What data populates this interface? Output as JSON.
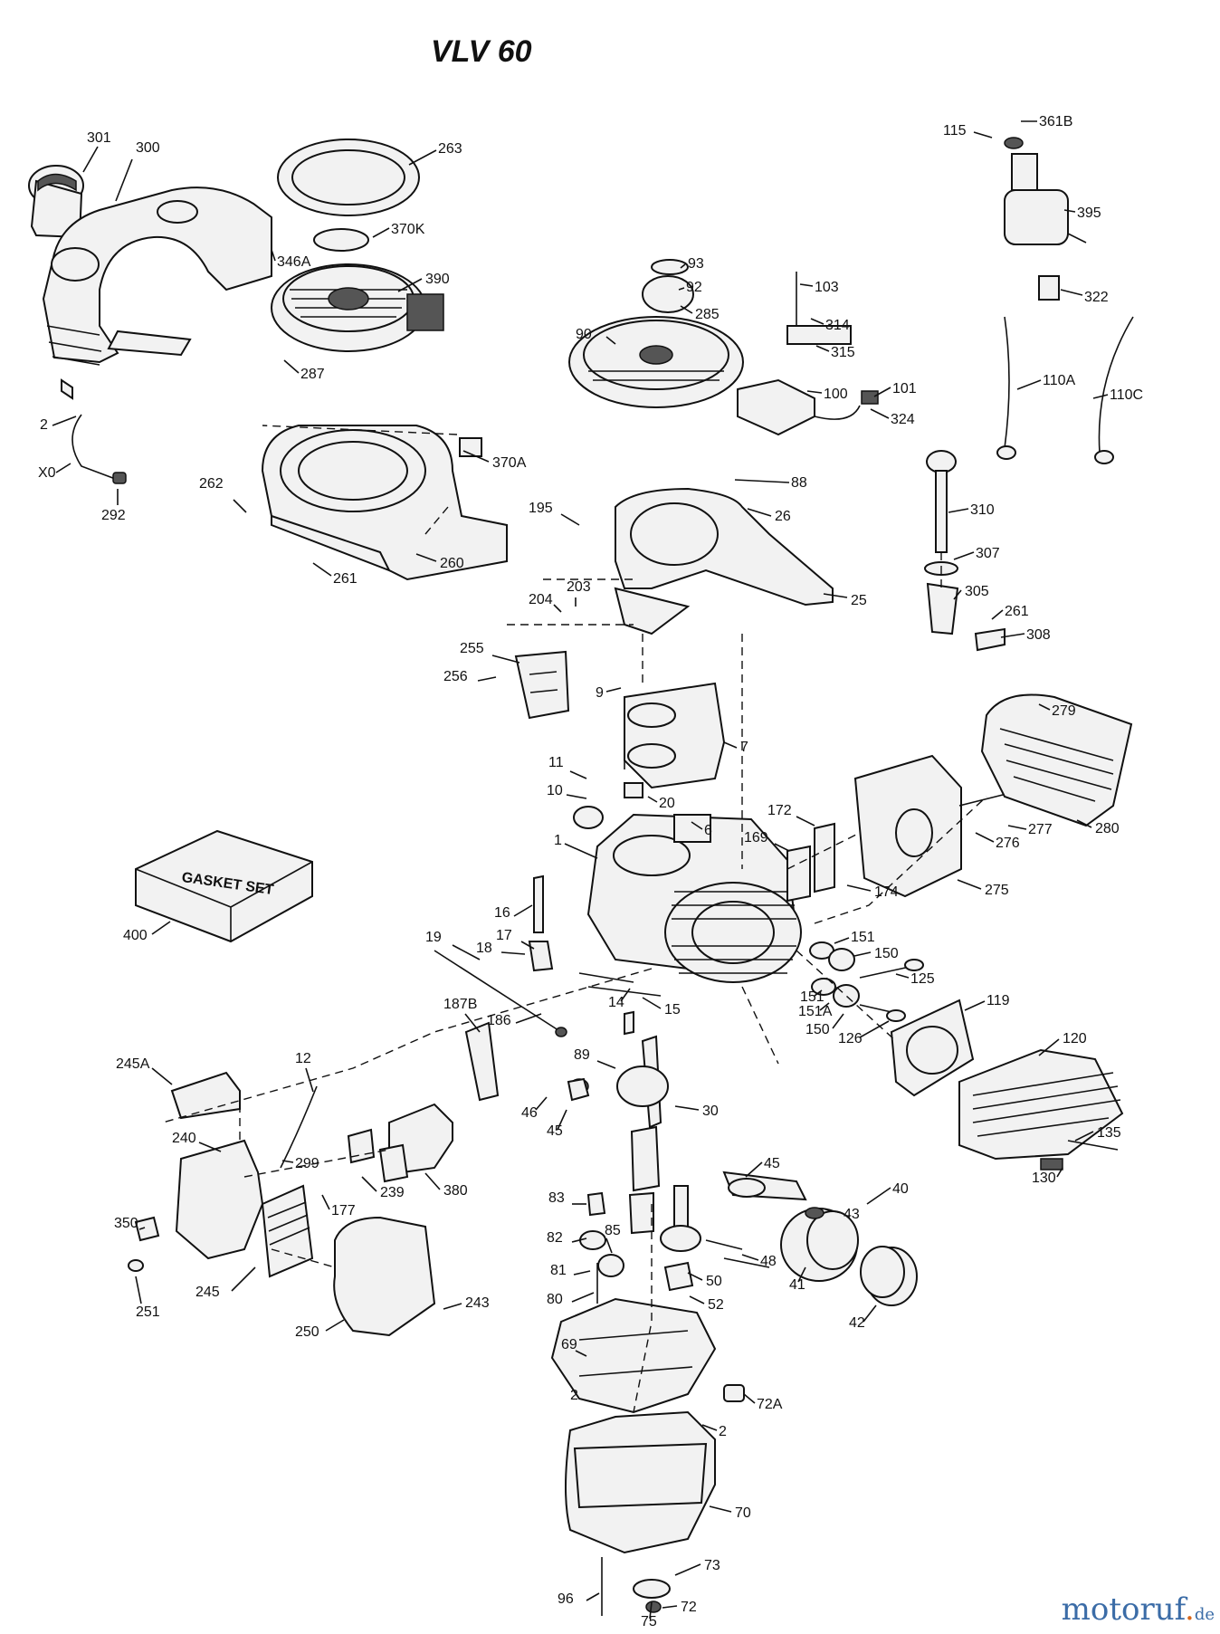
{
  "title": "VLV 60",
  "watermark": {
    "name": "motoruf",
    "dot": ".",
    "tld": "de"
  },
  "gasket_box_label": "GASKET SET",
  "callouts": [
    {
      "id": "301",
      "label": "301"
    },
    {
      "id": "300",
      "label": "300"
    },
    {
      "id": "263",
      "label": "263"
    },
    {
      "id": "370K",
      "label": "370K"
    },
    {
      "id": "346A",
      "label": "346A"
    },
    {
      "id": "390",
      "label": "390"
    },
    {
      "id": "287",
      "label": "287"
    },
    {
      "id": "2a",
      "label": "2"
    },
    {
      "id": "x0",
      "label": "X0"
    },
    {
      "id": "292",
      "label": "292"
    },
    {
      "id": "262",
      "label": "262"
    },
    {
      "id": "370A",
      "label": "370A"
    },
    {
      "id": "261a",
      "label": "261"
    },
    {
      "id": "260",
      "label": "260"
    },
    {
      "id": "93",
      "label": "93"
    },
    {
      "id": "92",
      "label": "92"
    },
    {
      "id": "285",
      "label": "285"
    },
    {
      "id": "90",
      "label": "90"
    },
    {
      "id": "103",
      "label": "103"
    },
    {
      "id": "314",
      "label": "314"
    },
    {
      "id": "315",
      "label": "315"
    },
    {
      "id": "100",
      "label": "100"
    },
    {
      "id": "101",
      "label": "101"
    },
    {
      "id": "324",
      "label": "324"
    },
    {
      "id": "115",
      "label": "115"
    },
    {
      "id": "361B",
      "label": "361B"
    },
    {
      "id": "395",
      "label": "395"
    },
    {
      "id": "322",
      "label": "322"
    },
    {
      "id": "110A",
      "label": "110A"
    },
    {
      "id": "110C",
      "label": "110C"
    },
    {
      "id": "88",
      "label": "88"
    },
    {
      "id": "195",
      "label": "195"
    },
    {
      "id": "26",
      "label": "26"
    },
    {
      "id": "25",
      "label": "25"
    },
    {
      "id": "204",
      "label": "204"
    },
    {
      "id": "203",
      "label": "203"
    },
    {
      "id": "310",
      "label": "310"
    },
    {
      "id": "307",
      "label": "307"
    },
    {
      "id": "305",
      "label": "305"
    },
    {
      "id": "261b",
      "label": "261"
    },
    {
      "id": "308",
      "label": "308"
    },
    {
      "id": "255",
      "label": "255"
    },
    {
      "id": "256",
      "label": "256"
    },
    {
      "id": "9",
      "label": "9"
    },
    {
      "id": "7",
      "label": "7"
    },
    {
      "id": "279",
      "label": "279"
    },
    {
      "id": "11",
      "label": "11"
    },
    {
      "id": "10",
      "label": "10"
    },
    {
      "id": "20",
      "label": "20"
    },
    {
      "id": "6",
      "label": "6"
    },
    {
      "id": "172",
      "label": "172"
    },
    {
      "id": "169",
      "label": "169"
    },
    {
      "id": "276",
      "label": "276"
    },
    {
      "id": "277",
      "label": "277"
    },
    {
      "id": "280",
      "label": "280"
    },
    {
      "id": "1",
      "label": "1"
    },
    {
      "id": "174",
      "label": "174"
    },
    {
      "id": "275",
      "label": "275"
    },
    {
      "id": "400",
      "label": "400"
    },
    {
      "id": "16",
      "label": "16"
    },
    {
      "id": "17",
      "label": "17"
    },
    {
      "id": "18",
      "label": "18"
    },
    {
      "id": "19",
      "label": "19"
    },
    {
      "id": "151a",
      "label": "151"
    },
    {
      "id": "150a",
      "label": "150"
    },
    {
      "id": "125",
      "label": "125"
    },
    {
      "id": "151b",
      "label": "151"
    },
    {
      "id": "151A",
      "label": "151A"
    },
    {
      "id": "150b",
      "label": "150"
    },
    {
      "id": "126",
      "label": "126"
    },
    {
      "id": "119",
      "label": "119"
    },
    {
      "id": "14",
      "label": "14"
    },
    {
      "id": "15",
      "label": "15"
    },
    {
      "id": "187B",
      "label": "187B"
    },
    {
      "id": "186",
      "label": "186"
    },
    {
      "id": "120",
      "label": "120"
    },
    {
      "id": "245A",
      "label": "245A"
    },
    {
      "id": "12",
      "label": "12"
    },
    {
      "id": "89",
      "label": "89"
    },
    {
      "id": "46",
      "label": "46"
    },
    {
      "id": "45a",
      "label": "45"
    },
    {
      "id": "30",
      "label": "30"
    },
    {
      "id": "135",
      "label": "135"
    },
    {
      "id": "240",
      "label": "240"
    },
    {
      "id": "299",
      "label": "299"
    },
    {
      "id": "177",
      "label": "177"
    },
    {
      "id": "239",
      "label": "239"
    },
    {
      "id": "380",
      "label": "380"
    },
    {
      "id": "45b",
      "label": "45"
    },
    {
      "id": "130",
      "label": "130"
    },
    {
      "id": "40",
      "label": "40"
    },
    {
      "id": "83",
      "label": "83"
    },
    {
      "id": "43",
      "label": "43"
    },
    {
      "id": "350",
      "label": "350"
    },
    {
      "id": "82",
      "label": "82"
    },
    {
      "id": "85",
      "label": "85"
    },
    {
      "id": "48",
      "label": "48"
    },
    {
      "id": "81",
      "label": "81"
    },
    {
      "id": "50",
      "label": "50"
    },
    {
      "id": "41",
      "label": "41"
    },
    {
      "id": "245",
      "label": "245"
    },
    {
      "id": "243",
      "label": "243"
    },
    {
      "id": "80",
      "label": "80"
    },
    {
      "id": "52",
      "label": "52"
    },
    {
      "id": "42",
      "label": "42"
    },
    {
      "id": "251",
      "label": "251"
    },
    {
      "id": "250",
      "label": "250"
    },
    {
      "id": "69",
      "label": "69"
    },
    {
      "id": "2b",
      "label": "2"
    },
    {
      "id": "72A",
      "label": "72A"
    },
    {
      "id": "2c",
      "label": "2"
    },
    {
      "id": "70",
      "label": "70"
    },
    {
      "id": "73",
      "label": "73"
    },
    {
      "id": "96",
      "label": "96"
    },
    {
      "id": "72",
      "label": "72"
    },
    {
      "id": "75",
      "label": "75"
    }
  ]
}
